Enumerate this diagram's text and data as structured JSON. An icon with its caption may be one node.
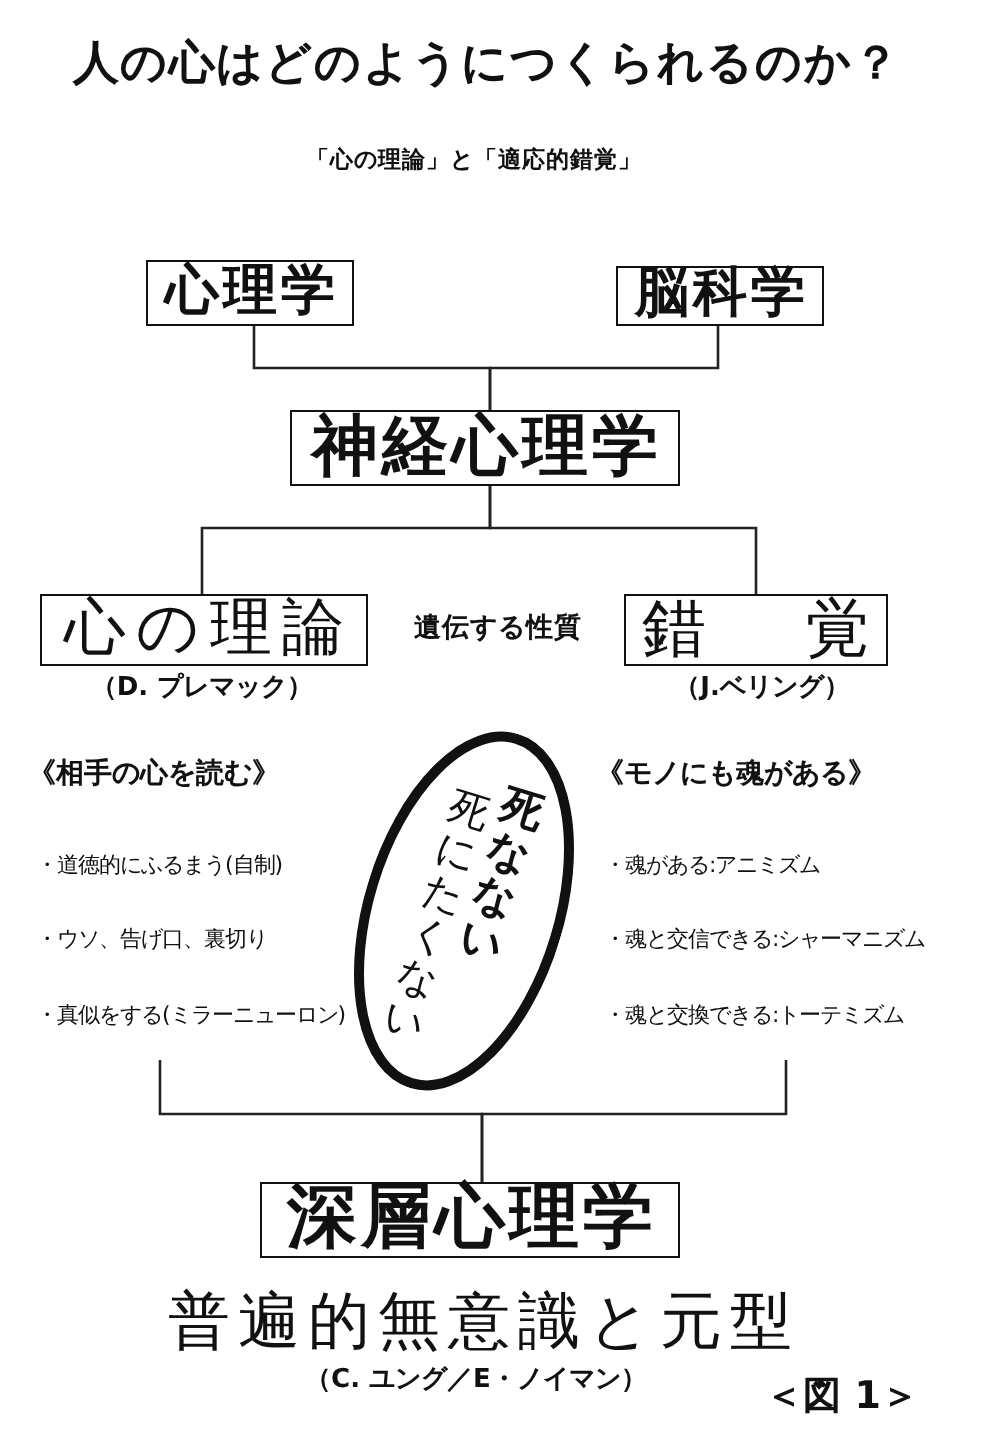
{
  "diagram": {
    "title": "人の心はどのようにつくられるのか？",
    "nodes": [
      {
        "text": [
          "心理学"
        ]
      },
      {
        "text": [
          "脳科学"
        ]
      },
      {
        "text": [
          "神経心理学"
        ]
      },
      {
        "text": [
          "心の理論"
        ],
        "beside": [
          "（D. プレマック）"
        ]
      },
      {
        "text": [
          "錯覚"
        ],
        "beside": [
          "（J.ベリング）"
        ]
      },
      {
        "text": [
          "《相手の心を読む》",
          "・道徳的にふるまう(自制)",
          "・ウソ、告げ口、裏切り",
          "・真似をする(ミラーニューロン)"
        ]
      },
      {
        "text": [
          "死なない",
          "死にたくない"
        ]
      },
      {
        "text": [
          "《モノにも魂がある》",
          "・魂がある:アニミズム",
          "・魂と交信できる:シャーマニズム",
          "・魂と交換できる:トーテミズム"
        ]
      },
      {
        "text": [
          "深層心理学"
        ],
        "beside": [
          "普遍的無意識と元型",
          "（C. ユング／E・ノイマン）"
        ]
      }
    ],
    "edges": [
      {
        "from": 0,
        "to": 2,
        "arrow": "none"
      },
      {
        "from": 1,
        "to": 2,
        "arrow": "none"
      },
      {
        "from": 2,
        "to": 3,
        "arrow": "none"
      },
      {
        "from": 2,
        "to": 4,
        "arrow": "none"
      },
      {
        "from": 5,
        "to": 8,
        "arrow": "none"
      },
      {
        "from": 7,
        "to": 8,
        "arrow": "none"
      }
    ],
    "labels": [
      "「心の理論」と「適応的錯覚」",
      "遺伝する性質",
      "＜図 1＞"
    ]
  }
}
